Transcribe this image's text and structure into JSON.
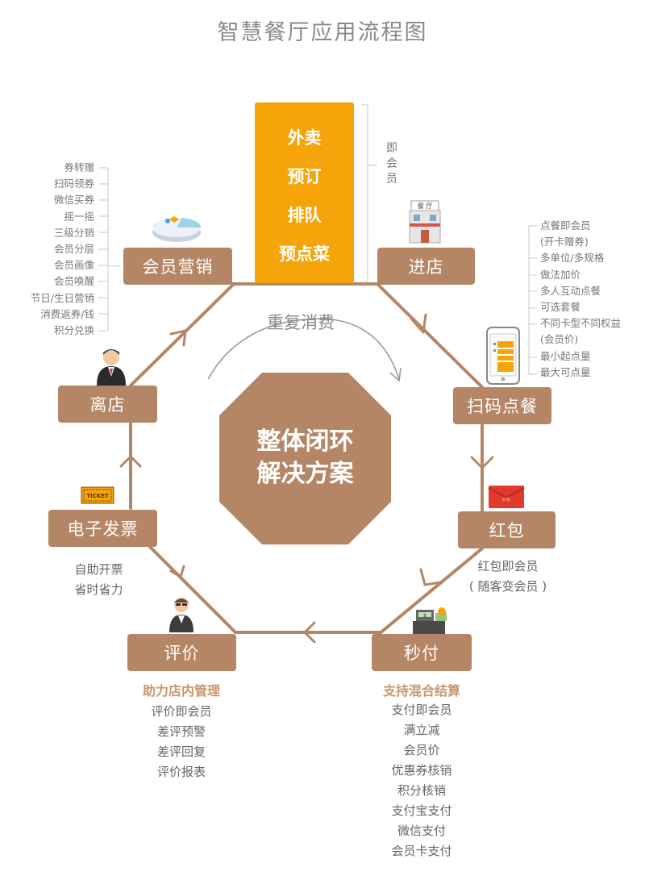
{
  "title": "智慧餐厅应用流程图",
  "top_box": {
    "lines": [
      "外卖",
      "预订",
      "排队",
      "预点菜"
    ]
  },
  "top_right_vertical": "即会员",
  "center": {
    "line1": "整体闭环",
    "line2": "解决方案"
  },
  "cycle_label": "重复消费",
  "nodes": {
    "member_marketing": "会员营销",
    "enter": "进店",
    "scan_order": "扫码点餐",
    "red_packet": "红包",
    "quick_pay": "秒付",
    "review": "评价",
    "e_invoice": "电子发票",
    "leave": "离店"
  },
  "member_marketing_list": [
    "券转赠",
    "扫码领券",
    "微信买券",
    "摇一摇",
    "三级分销",
    "会员分层",
    "会员画像",
    "会员唤醒",
    "节日/生日营销",
    "消费返券/钱",
    "积分兑换"
  ],
  "scan_order_list": [
    "点餐即会员",
    "(开卡赠券)",
    "多单位/多规格",
    "做法加价",
    "多人互动点餐",
    "可选套餐",
    "不同卡型不同权益",
    "(会员价)",
    "最小起点量",
    "最大可点量"
  ],
  "red_packet_list": [
    "红包即会员",
    "( 随客变会员 )"
  ],
  "red_packet_icon_text": "红包",
  "quick_pay_sub": "支持混合结算",
  "quick_pay_list": [
    "支付即会员",
    "满立减",
    "会员价",
    "优惠券核销",
    "积分核销",
    "支付宝支付",
    "微信支付",
    "会员卡支付"
  ],
  "review_sub": "助力店内管理",
  "review_list": [
    "评价即会员",
    "差评预警",
    "差评回复",
    "评价报表"
  ],
  "invoice_list": [
    "自助开票",
    "省时省力"
  ],
  "ticket_text": "TICKET",
  "store_sign": "餐 厅",
  "colors": {
    "node": "#b58665",
    "orange": "#f5a50a",
    "line": "#b58665",
    "sub": "#c9956c"
  }
}
